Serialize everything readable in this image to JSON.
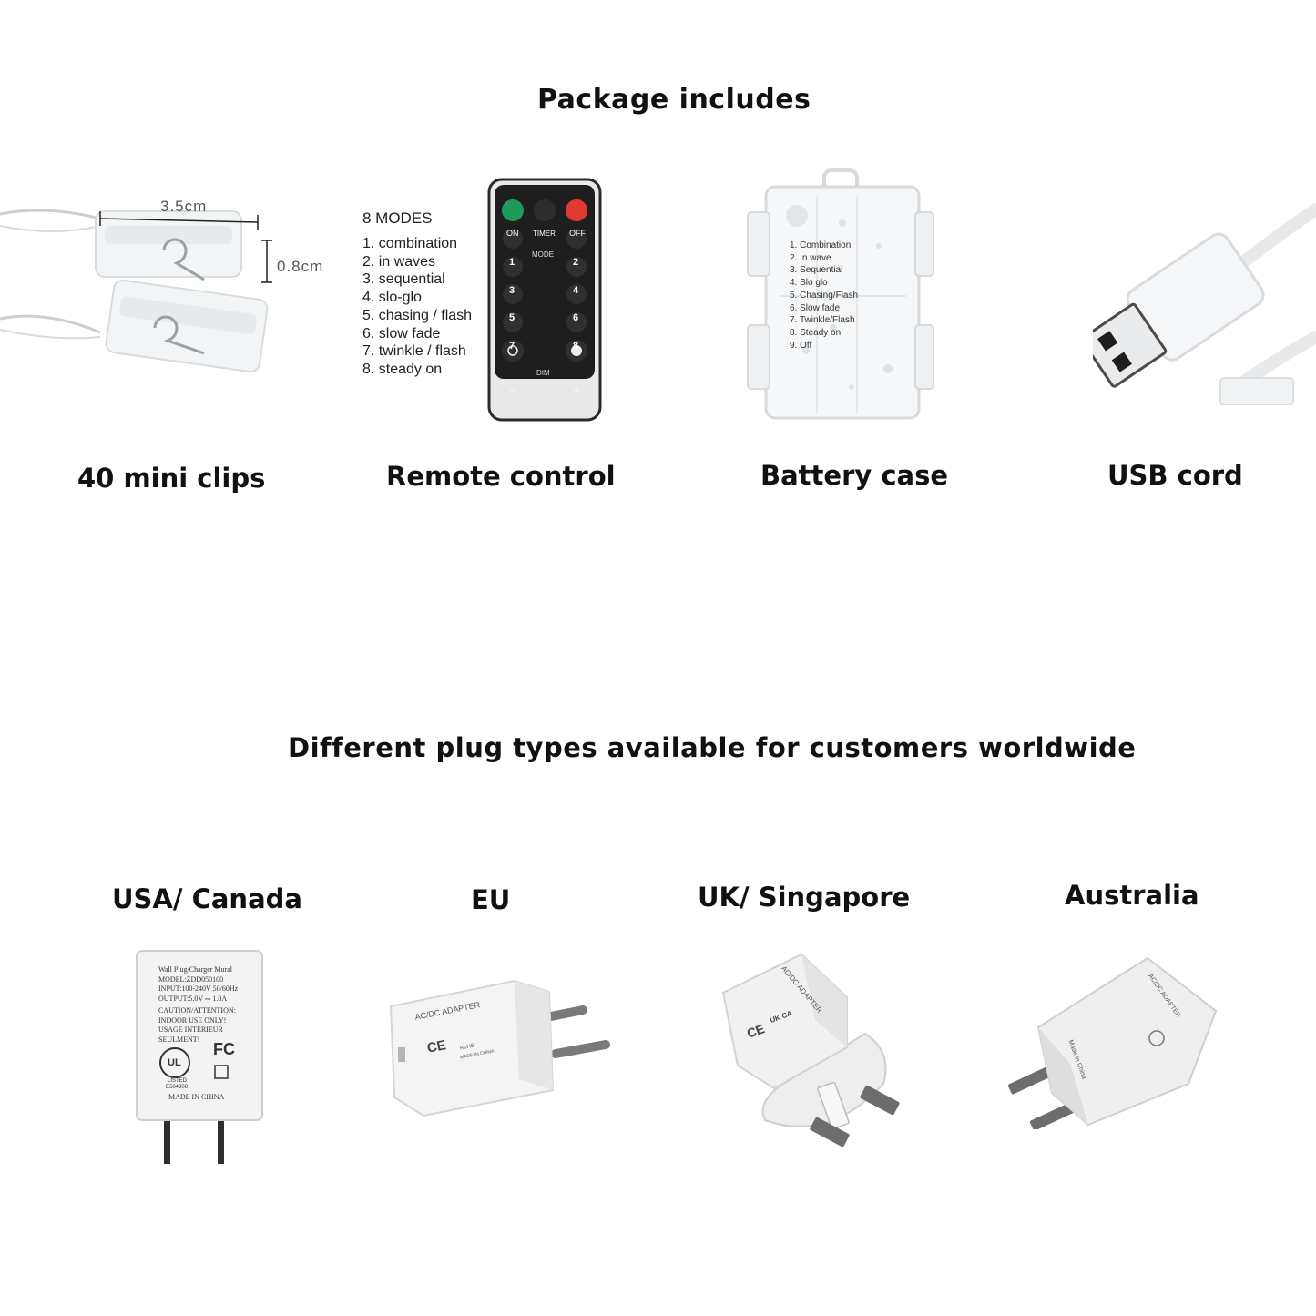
{
  "package": {
    "heading": "Package includes",
    "items": [
      {
        "caption": "40 mini clips",
        "dim_width": "3.5cm",
        "dim_height": "0.8cm"
      },
      {
        "caption": "Remote control"
      },
      {
        "caption": "Battery case"
      },
      {
        "caption": "USB cord"
      }
    ]
  },
  "remote": {
    "modes_title": "8 MODES",
    "modes": [
      "1. combination",
      "2. in waves",
      "3. sequential",
      "4. slo-glo",
      "5. chasing / flash",
      "6. slow fade",
      "7. twinkle / flash",
      "8. steady on"
    ],
    "buttons": {
      "on": "ON",
      "timer": "TIMER",
      "off": "OFF",
      "mode": "MODE",
      "dim": "DIM",
      "minus": "−",
      "plus": "+"
    },
    "numbers": [
      "1",
      "2",
      "3",
      "4",
      "5",
      "6",
      "7",
      "8"
    ]
  },
  "battery_case": {
    "modes": [
      "1. Combination",
      "2. In wave",
      "3. Sequential",
      "4. Slo glo",
      "5. Chasing/Flash",
      "6. Slow fade",
      "7. Twinkle/Flash",
      "8. Steady on",
      "9. Off"
    ]
  },
  "plugs": {
    "heading": "Different plug types available for customers worldwide",
    "items": [
      {
        "caption": "USA/ Canada"
      },
      {
        "caption": "EU"
      },
      {
        "caption": "UK/ Singapore"
      },
      {
        "caption": "Australia"
      }
    ],
    "usa_label": {
      "line1": "Wall Plug/Charger Mural",
      "line2": "MODEL:ZDD050100",
      "line3": "INPUT:100-240V 50/60Hz",
      "line4": "OUTPUT:5.0V ⎓ 1.0A",
      "line5": "CAUTION/ATTENTION:",
      "line6": "INDOOR USE ONLY!",
      "line7": "USAGE INTÉRIEUR",
      "line8": "SEULMENT!",
      "fc": "FC",
      "ul": "UL",
      "listed": "LISTED",
      "listed_no": "E504308",
      "made": "MADE IN CHINA"
    },
    "eu_label": {
      "title": "AC/DC ADAPTER",
      "ce": "CE",
      "rohs": "RoHS",
      "made": "MADE IN CHINA"
    },
    "uk_label": {
      "title": "AC/DC ADAPTER",
      "ce": "CE",
      "ukca": "UK CA"
    },
    "au_label": {
      "title": "AC/DC ADAPTER",
      "made": "Made in China"
    }
  }
}
